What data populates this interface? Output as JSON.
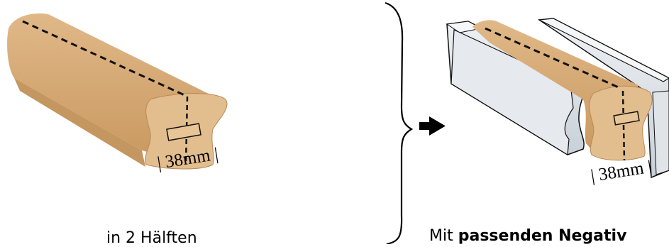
{
  "left_panel": {
    "dimension": "| 38mm |",
    "caption": "in 2 Hälften"
  },
  "right_panel": {
    "dimension": "| 38mm |",
    "caption_prefix": "Mit",
    "caption_bold": "passenden Negativ"
  },
  "colors": {
    "wood": "#d8ad79",
    "wood_dark": "#c49660",
    "wood_end": "#e2bd8e",
    "metal": "#e8ecf0",
    "metal_dark": "#c4ccd4",
    "outline": "#111111"
  },
  "icons": {
    "brace": "right-curly-brace",
    "arrow": "right-arrow"
  }
}
